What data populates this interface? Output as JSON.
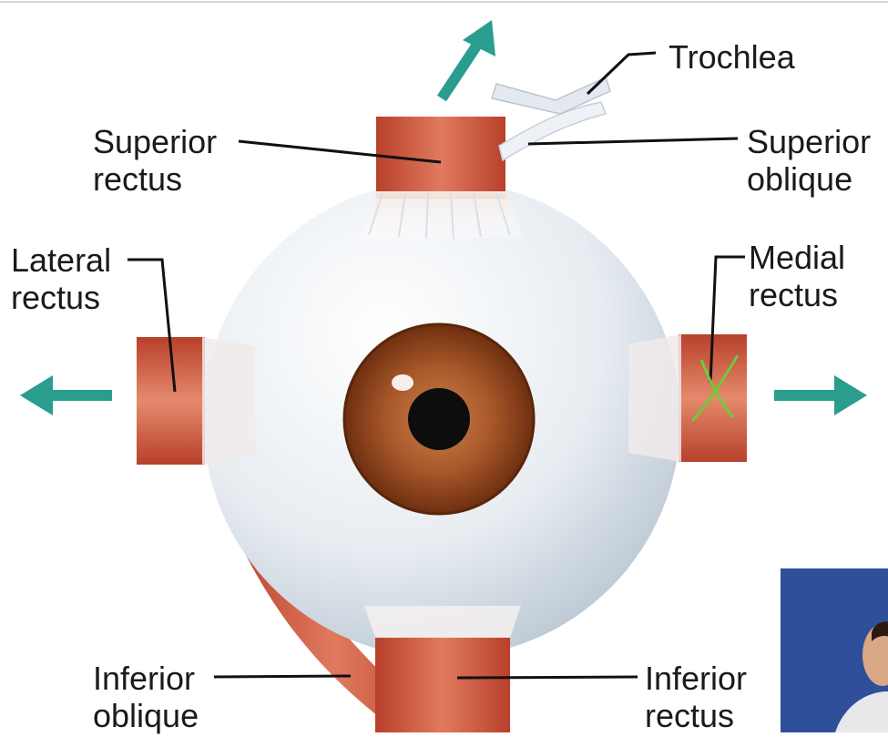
{
  "labels": {
    "trochlea": "Trochlea",
    "superior_rectus": [
      "Superior",
      "rectus"
    ],
    "superior_oblique": [
      "Superior",
      "oblique"
    ],
    "lateral_rectus": [
      "Lateral",
      "rectus"
    ],
    "medial_rectus": [
      "Medial",
      "rectus"
    ],
    "inferior_oblique": [
      "Inferior",
      "oblique"
    ],
    "inferior_rectus": [
      "Inferior",
      "rectus"
    ]
  },
  "colors": {
    "arrow": "#2a9d8f",
    "muscle": "#c8553d",
    "sclera": "#e9eef3",
    "iris": "#9a4a1c",
    "annotation_mark": "#6ecb3a",
    "webcam_bg": "#2f4f9b"
  },
  "icons": [
    "arrow-up-right-icon",
    "arrow-left-icon",
    "arrow-right-icon",
    "x-mark-icon"
  ]
}
